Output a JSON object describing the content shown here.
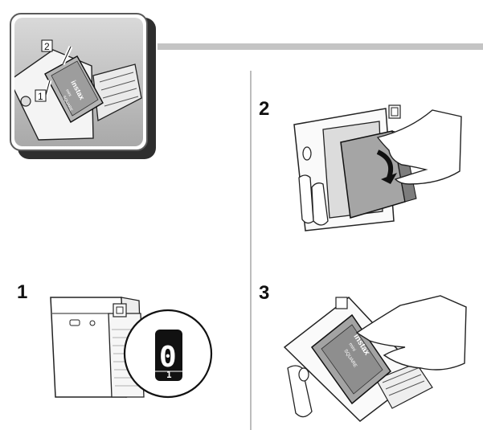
{
  "steps": [
    {
      "number": "1"
    },
    {
      "number": "2"
    },
    {
      "number": "3"
    }
  ],
  "thumbnail": {
    "callouts": [
      "2",
      "1"
    ],
    "pack_brand": "instax",
    "pack_sub_1": "mini",
    "pack_sub_2": "SQUARE"
  },
  "illustration_1": {
    "counter_value": "0",
    "counter_sub": "1"
  },
  "illustration_3": {
    "pack_brand": "instax",
    "pack_sub_1": "mini",
    "pack_sub_2": "SQUARE"
  },
  "colors": {
    "rule": "#c4c4c4",
    "divider": "#bdbdbd",
    "ink": "#111111"
  }
}
